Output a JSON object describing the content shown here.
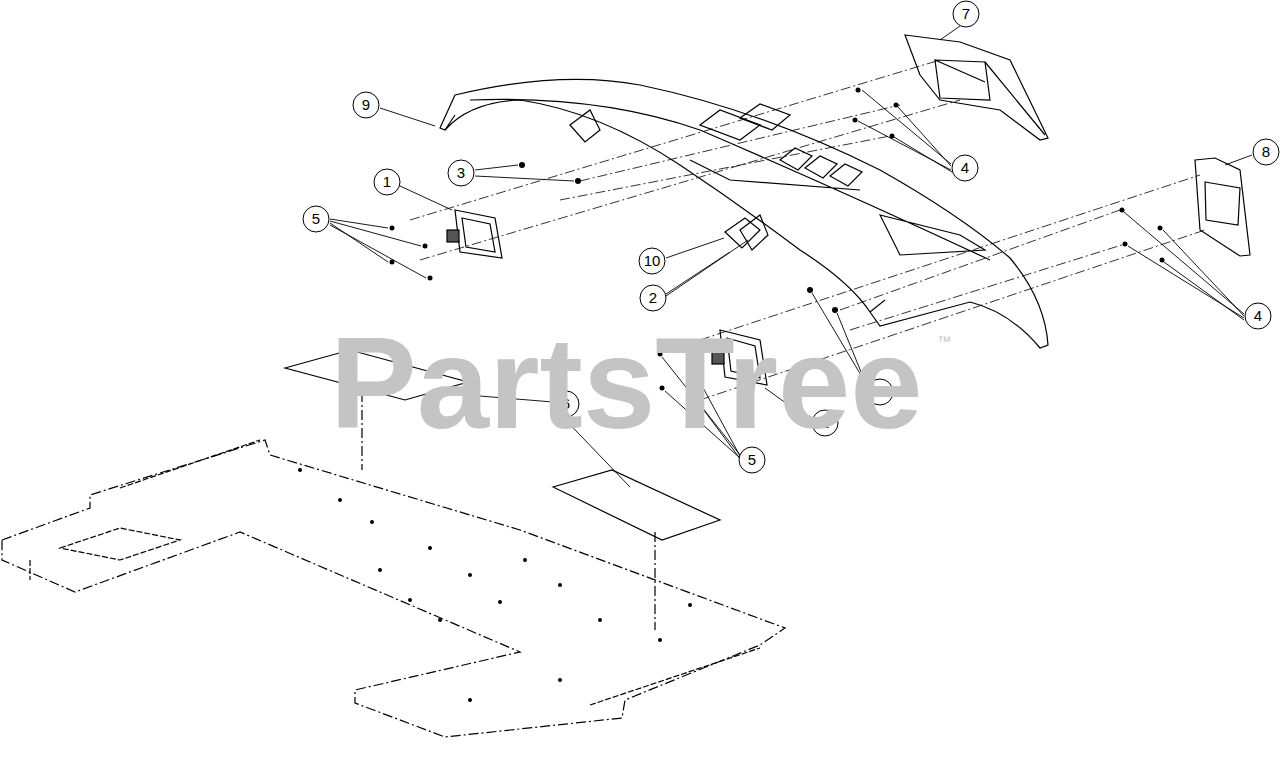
{
  "diagram": {
    "labels": [
      "7",
      "9",
      "3",
      "4",
      "1",
      "5",
      "8",
      "10",
      "2",
      "4",
      "3",
      "6",
      "1",
      "5",
      "PartsTree",
      "™"
    ]
  }
}
